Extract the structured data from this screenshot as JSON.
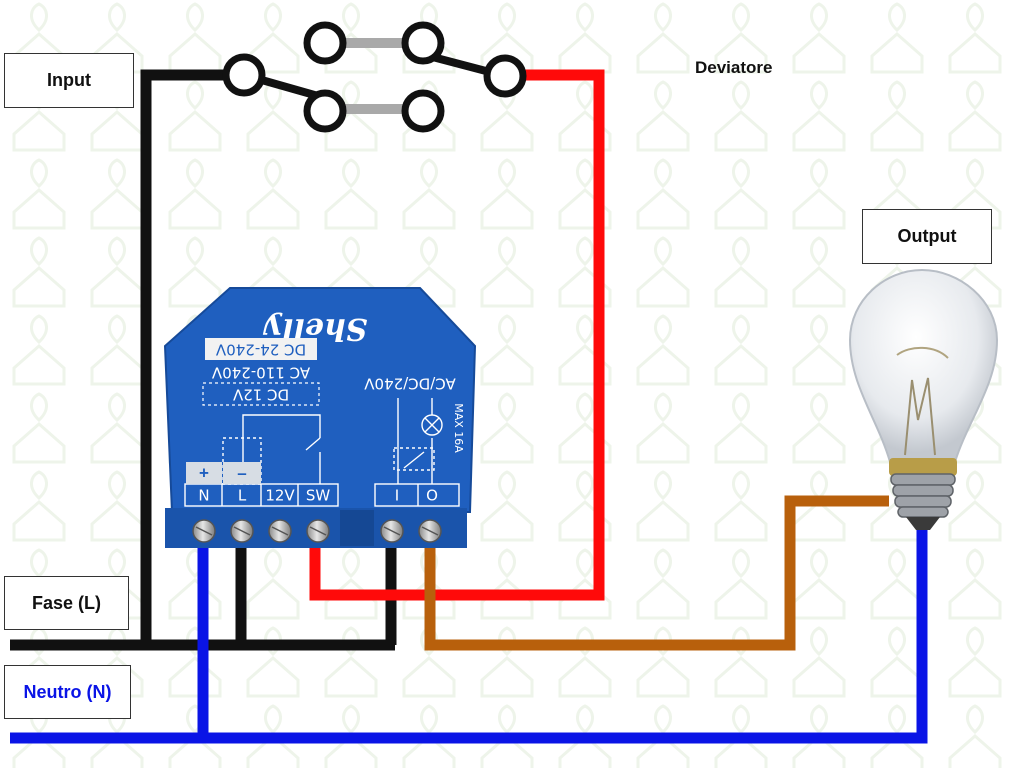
{
  "labels": {
    "input": "Input",
    "deviatore": "Deviatore",
    "output": "Output",
    "fase": "Fase (L)",
    "neutro": "Neutro (N)"
  },
  "device": {
    "brand": "Shelly",
    "rating_dc": "DC 24-240V",
    "rating_ac": "AC 110-240V",
    "rating_dc12": "DC 12V",
    "output_rating": "AC/DC/240V",
    "max_current": "MAX 16A",
    "plus_label": "+",
    "minus_label": "–",
    "terminals": [
      "N",
      "L",
      "12V",
      "SW",
      "I",
      "O"
    ]
  },
  "colors": {
    "phase": "#111111",
    "neutral": "#0a14e6",
    "switch_return": "#ff0a0a",
    "lamp_wire": "#b8600c",
    "device_body": "#1f5fbf",
    "neutral_label": "#0a14e6"
  },
  "icons": {
    "switch": "two-way-switch-icon",
    "lamp": "light-bulb-icon",
    "relay": "relay-contact-icon"
  }
}
